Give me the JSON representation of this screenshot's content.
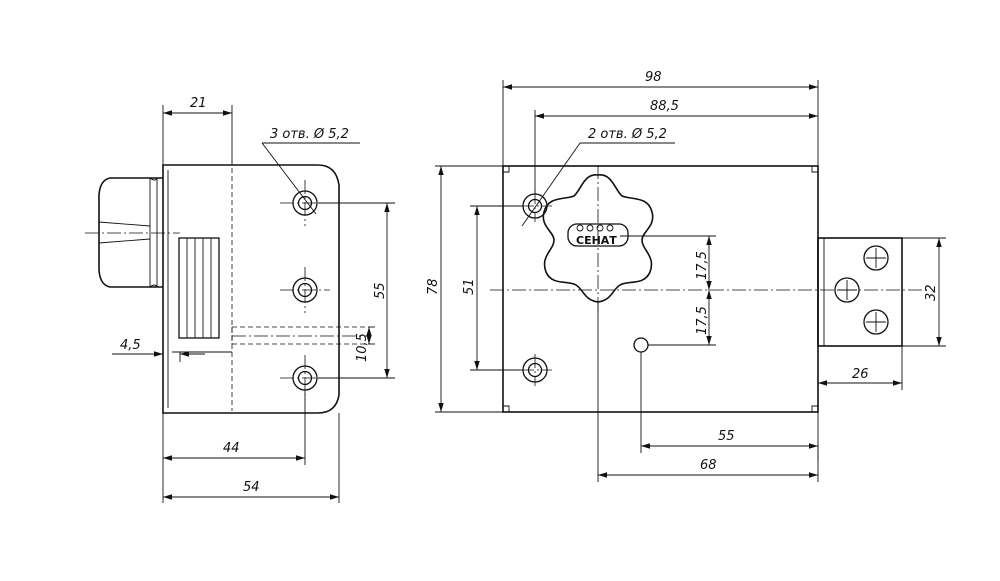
{
  "side_view": {
    "dims": {
      "d21": "21",
      "d44": "44",
      "d54": "54",
      "d55": "55",
      "d4_5": "4,5",
      "d10_5": "10,5"
    },
    "holes_note": "3 отв. Ø 5,2"
  },
  "front_view": {
    "dims": {
      "d98": "98",
      "d88_5": "88,5",
      "d78": "78",
      "d51": "51",
      "d17_5_top": "17,5",
      "d17_5_bottom": "17,5",
      "d55": "55",
      "d68": "68",
      "d32": "32",
      "d26": "26"
    },
    "holes_note": "2 отв. Ø 5,2",
    "brand": "СЕНАТ"
  }
}
